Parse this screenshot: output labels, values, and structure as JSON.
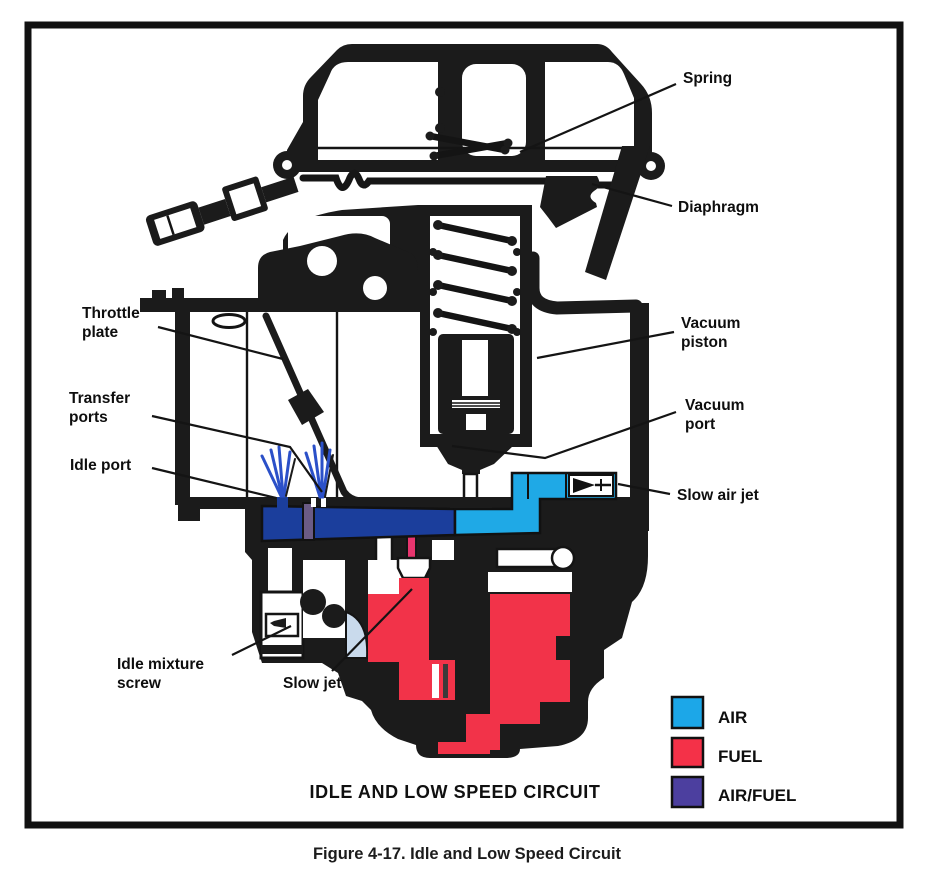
{
  "figure": {
    "title": "IDLE AND LOW SPEED CIRCUIT",
    "caption": "Figure 4-17. Idle and Low Speed Circuit"
  },
  "labels": {
    "spring": "Spring",
    "diaphragm": "Diaphragm",
    "throttle_plate_1": "Throttle",
    "throttle_plate_2": "plate",
    "vacuum_piston_1": "Vacuum",
    "vacuum_piston_2": "piston",
    "transfer_ports_1": "Transfer",
    "transfer_ports_2": "ports",
    "vacuum_port_1": "Vacuum",
    "vacuum_port_2": "port",
    "idle_port": "Idle port",
    "slow_air_jet": "Slow air jet",
    "idle_mixture_screw_1": "Idle mixture",
    "idle_mixture_screw_2": "screw",
    "slow_jet": "Slow jet"
  },
  "legend": {
    "items": [
      {
        "label": "AIR",
        "color": "#1CA7E8"
      },
      {
        "label": "FUEL",
        "color": "#F43148"
      },
      {
        "label": "AIR/FUEL",
        "color": "#4C3F9F"
      }
    ]
  },
  "colors": {
    "ink": "#1b1b1b",
    "air": "#1FA9E6",
    "fuel": "#F23349",
    "air_fuel_passage": "#1B3E9C",
    "plug_purple": "#6B5B85",
    "jet_pink": "#E8356E",
    "pale_blue": "#C9DAEC",
    "spray_blue": "#2B50C8"
  }
}
